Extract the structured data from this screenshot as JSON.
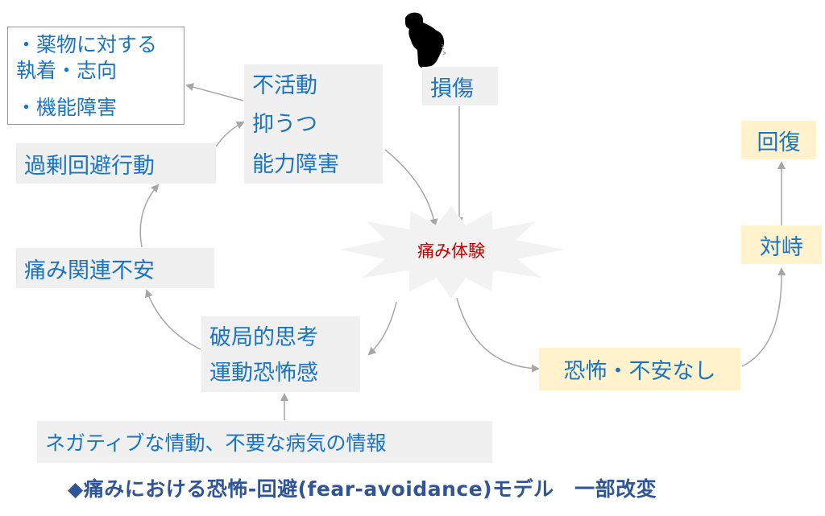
{
  "notes_box": {
    "lines": [
      "・薬物に対する",
      "執着・志向",
      "・機能障害"
    ]
  },
  "inactivity_box": {
    "lines": [
      "不活動",
      "抑うつ",
      "能力障害"
    ]
  },
  "injury_box": {
    "label": "損傷"
  },
  "avoidance_box": {
    "label": "過剰回避行動"
  },
  "anxiety_box": {
    "label": "痛み関連不安"
  },
  "catastrophizing_box": {
    "lines": [
      "破局的思考",
      "運動恐怖感"
    ]
  },
  "negative_box": {
    "label": "ネガティブな情動、不要な病気の情報"
  },
  "pain_experience": {
    "label": "痛み体験"
  },
  "recovery_box": {
    "label": "回復"
  },
  "confrontation_box": {
    "label": "対峙"
  },
  "no_fear_box": {
    "label": "恐怖・不安なし"
  },
  "caption": {
    "text": "◆痛みにおける恐怖-回避(fear-avoidance)モデル　一部改変"
  },
  "colors": {
    "text_blue": "#1a74c4",
    "box_gray": "#f0f0f0",
    "box_yellow": "#fff2cc",
    "pain_red": "#c00000",
    "caption_blue": "#2f5597",
    "arrow_gray": "#a6a6a6"
  }
}
